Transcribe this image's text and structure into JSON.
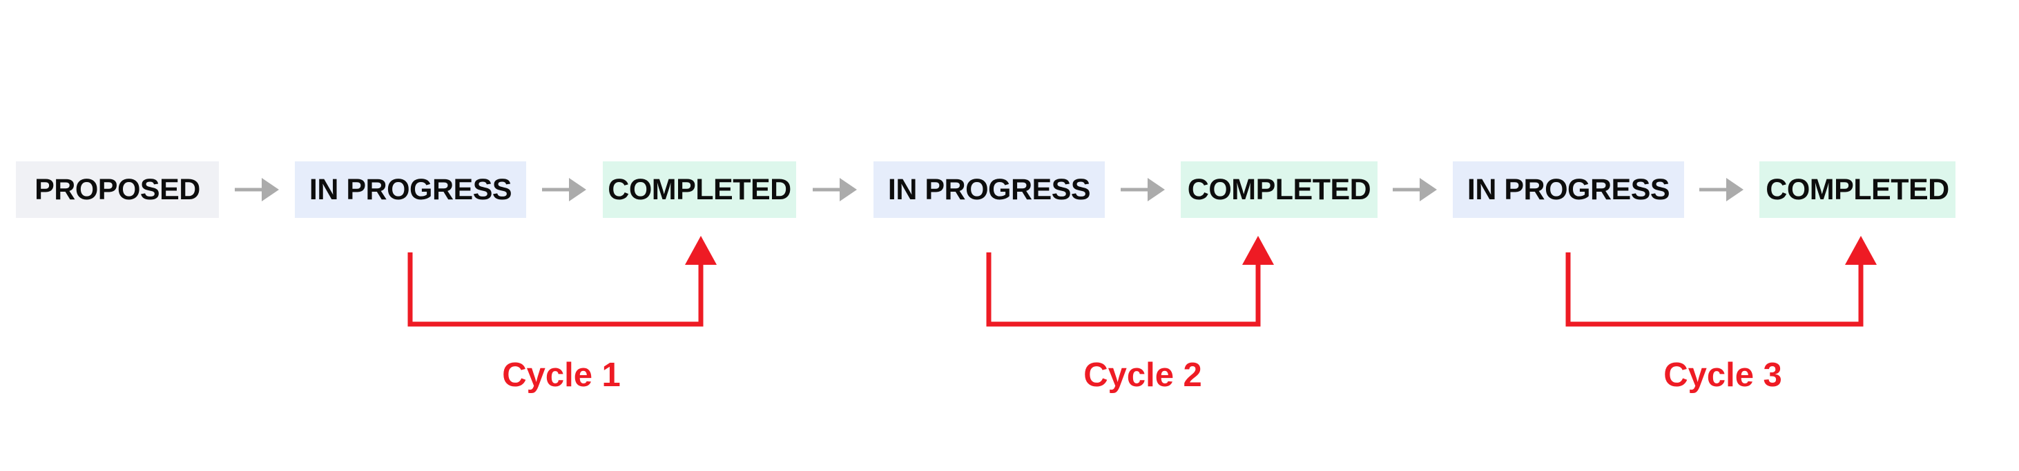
{
  "diagram": {
    "title": "proposal status cycles flow",
    "stages": [
      {
        "label": "PROPOSED",
        "status": "proposed"
      },
      {
        "label": "IN PROGRESS",
        "status": "in-progress"
      },
      {
        "label": "COMPLETED",
        "status": "completed"
      },
      {
        "label": "IN PROGRESS",
        "status": "in-progress"
      },
      {
        "label": "COMPLETED",
        "status": "completed"
      },
      {
        "label": "IN PROGRESS",
        "status": "in-progress"
      },
      {
        "label": "COMPLETED",
        "status": "completed"
      }
    ],
    "cycles": [
      {
        "label": "Cycle 1",
        "from_stage": "IN PROGRESS",
        "to_stage": "COMPLETED"
      },
      {
        "label": "Cycle 2",
        "from_stage": "IN PROGRESS",
        "to_stage": "COMPLETED"
      },
      {
        "label": "Cycle 3",
        "from_stage": "IN PROGRESS",
        "to_stage": "COMPLETED"
      }
    ],
    "colors": {
      "proposed_bg": "#f0f1f5",
      "in_progress_bg": "#e6edfb",
      "completed_bg": "#ddf7ec",
      "stage_text": "#0d0d0d",
      "flow_arrow_gray": "#ababab",
      "cycle_red": "#ee1b24",
      "background": "#ffffff"
    }
  }
}
